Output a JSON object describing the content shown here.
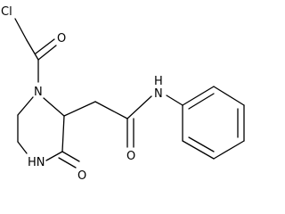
{
  "molecule": {
    "atom_labels": {
      "chlorine": "Cl",
      "ketone_oxygen": "O",
      "ring_nitrogen": "N",
      "amide_nitrogen": "N",
      "amide_hydrogen": "H",
      "amide_oxygen": "O",
      "lactam_nitrogen_hydrogen": "HN",
      "lactam_oxygen": "O"
    },
    "colors": {
      "bond": "#000000",
      "label": "#000000",
      "background": "#ffffff"
    }
  }
}
